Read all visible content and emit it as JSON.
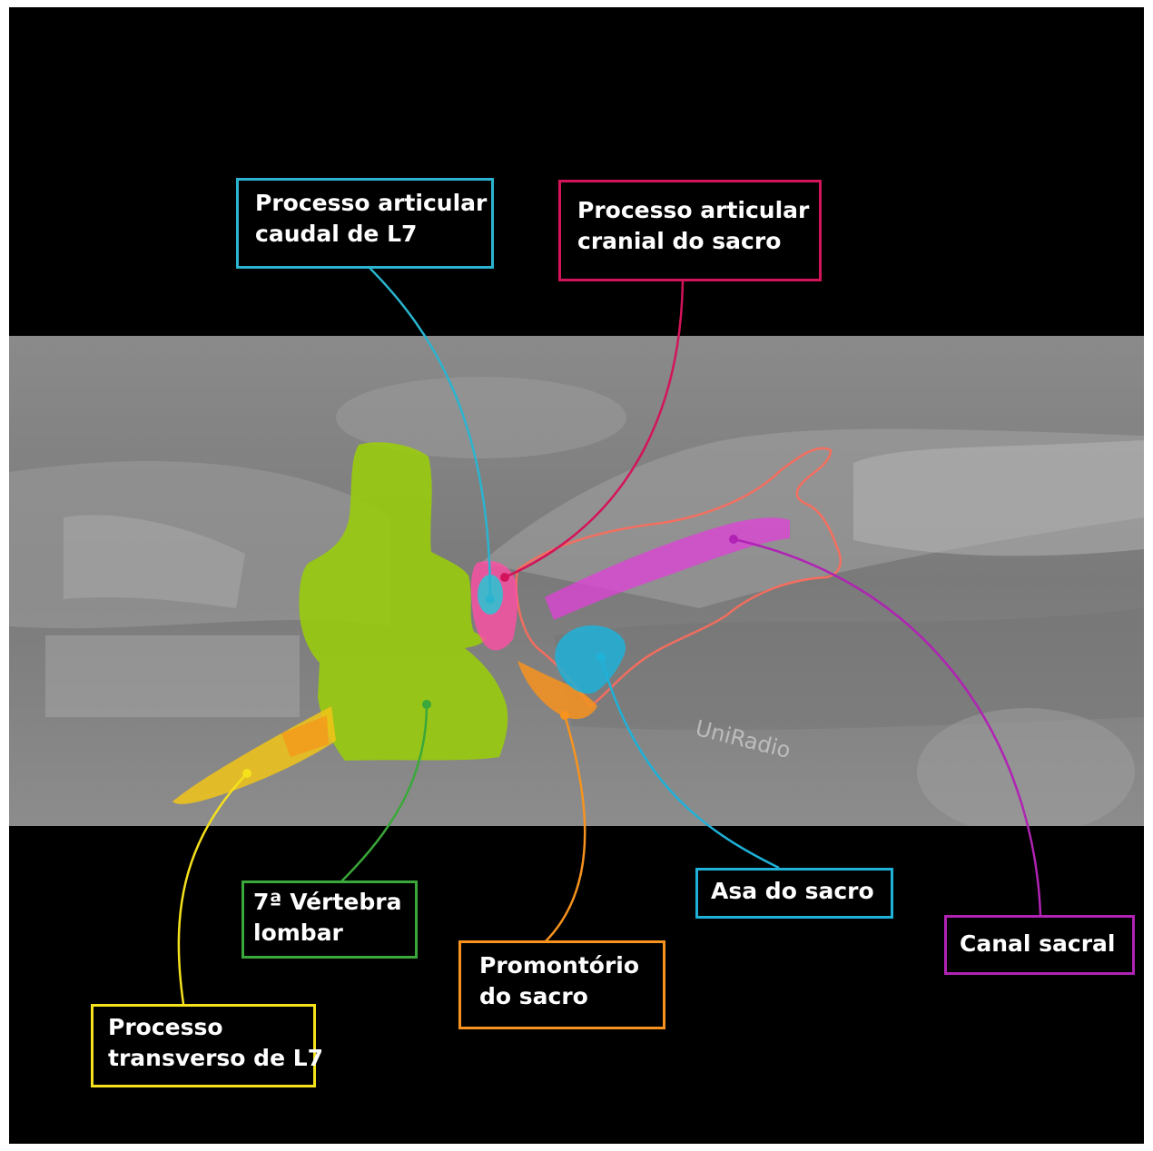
{
  "watermark": "UniRadio",
  "colors": {
    "processo_articular_caudal": "#2ab4cf",
    "processo_articular_cranial": "#d4145a",
    "setima_vertebra": "#9acd0a",
    "promontorio": "#f7931e",
    "asa": "#1fb1d8",
    "canal": "#b023b4",
    "processo_transverso": "#f5e11c"
  },
  "labels": {
    "processo_articular_caudal": {
      "line1": "Processo articular",
      "line2": "caudal de L7"
    },
    "processo_articular_cranial": {
      "line1": "Processo articular",
      "line2": "cranial do sacro"
    },
    "setima_vertebra": {
      "line1": "7ª Vértebra",
      "line2": "lombar"
    },
    "promontorio": {
      "line1": "Promontório",
      "line2": "do sacro"
    },
    "asa": {
      "line1": "Asa do sacro"
    },
    "canal": {
      "line1": "Canal sacral"
    },
    "processo_transverso": {
      "line1": "Processo",
      "line2": "transverso de L7"
    }
  }
}
